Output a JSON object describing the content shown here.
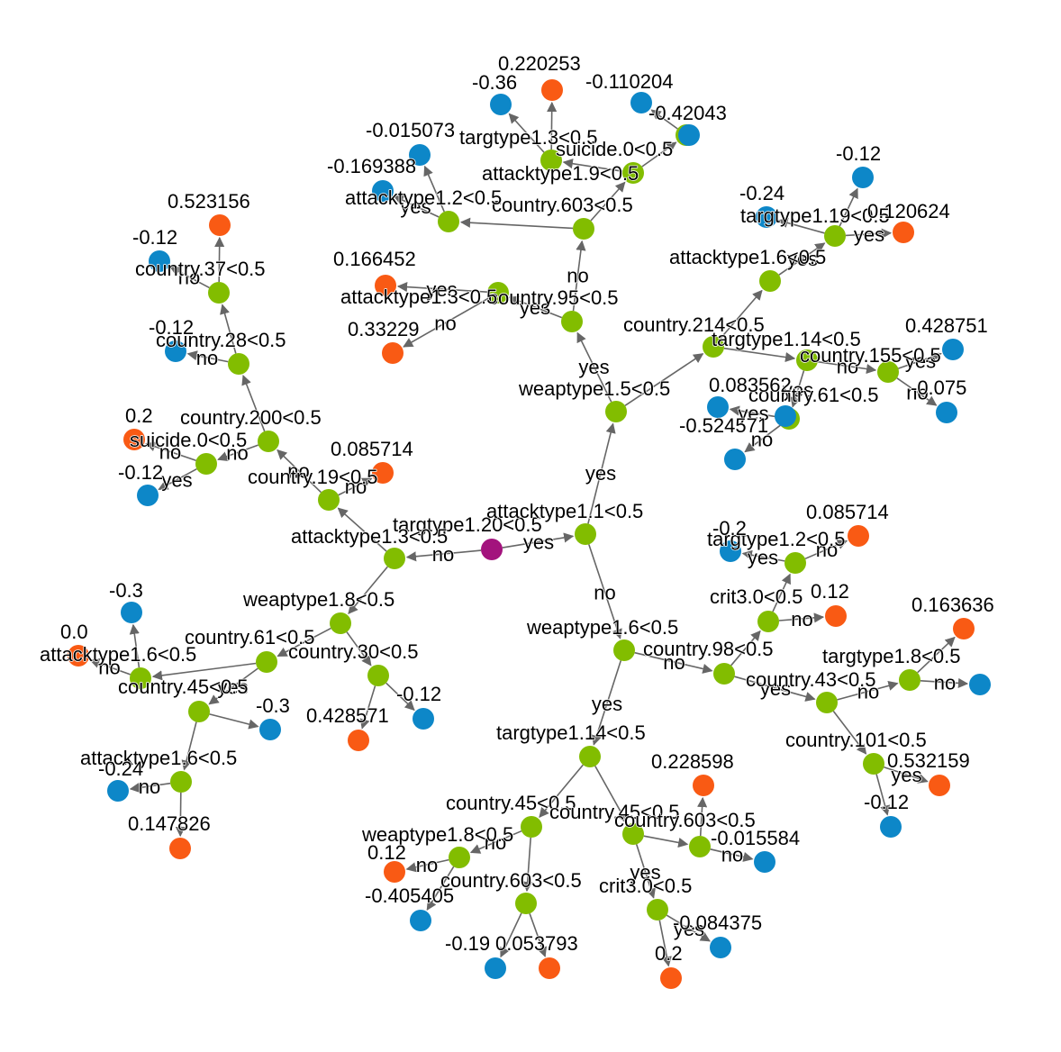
{
  "colors": {
    "root": "#a3137d",
    "split": "#82bd00",
    "leaf_negative": "#0d87c8",
    "leaf_positive": "#f95a14",
    "edge": "#666666"
  },
  "diagram": {
    "type": "tree",
    "nodes": [
      {
        "id": "root",
        "kind": "root",
        "label": "targtype1.20<0.5"
      },
      {
        "id": "n1",
        "kind": "split",
        "label": "attacktype1.1<0.5"
      },
      {
        "id": "n2",
        "kind": "split",
        "label": "attacktype1.3<0.5"
      },
      {
        "id": "n3",
        "kind": "split",
        "label": "weaptype1.5<0.5"
      },
      {
        "id": "n4",
        "kind": "split",
        "label": "weaptype1.6<0.5"
      },
      {
        "id": "n5",
        "kind": "split",
        "label": "country.95<0.5"
      },
      {
        "id": "n6",
        "kind": "split",
        "label": "country.214<0.5"
      },
      {
        "id": "n7",
        "kind": "split",
        "label": "country.603<0.5"
      },
      {
        "id": "n8",
        "kind": "split",
        "label": "attacktype1.3<0.5"
      },
      {
        "id": "n9",
        "kind": "split",
        "label": "attacktype1.2<0.5"
      },
      {
        "id": "n10",
        "kind": "split",
        "label": "attacktype1.9<0.5"
      },
      {
        "id": "n11",
        "kind": "split",
        "label": "targtype1.3<0.5"
      },
      {
        "id": "n12",
        "kind": "split",
        "label": "suicide.0<0.5"
      },
      {
        "id": "L1",
        "kind": "leaf",
        "label": "0.220253",
        "sign": "positive"
      },
      {
        "id": "L2",
        "kind": "leaf",
        "label": "-0.36",
        "sign": "negative"
      },
      {
        "id": "L3",
        "kind": "leaf",
        "label": "-0.110204",
        "sign": "negative"
      },
      {
        "id": "L4",
        "kind": "leaf",
        "label": "-0.42043",
        "sign": "negative"
      },
      {
        "id": "L5",
        "kind": "leaf",
        "label": "-0.015073",
        "sign": "negative"
      },
      {
        "id": "L6",
        "kind": "leaf",
        "label": "-0.169388",
        "sign": "negative"
      },
      {
        "id": "L7",
        "kind": "leaf",
        "label": "0.166452",
        "sign": "positive"
      },
      {
        "id": "L8",
        "kind": "leaf",
        "label": "0.33229",
        "sign": "positive"
      },
      {
        "id": "n13",
        "kind": "split",
        "label": "attacktype1.6<0.5"
      },
      {
        "id": "n14",
        "kind": "split",
        "label": "targtype1.19<0.5"
      },
      {
        "id": "L9",
        "kind": "leaf",
        "label": "-0.12",
        "sign": "negative"
      },
      {
        "id": "L10",
        "kind": "leaf",
        "label": "-0.24",
        "sign": "negative"
      },
      {
        "id": "L11",
        "kind": "leaf",
        "label": "0.120624",
        "sign": "positive"
      },
      {
        "id": "n15",
        "kind": "split",
        "label": "targtype1.14<0.5"
      },
      {
        "id": "n16",
        "kind": "split",
        "label": "country.61<0.5"
      },
      {
        "id": "n17",
        "kind": "split",
        "label": "country.155<0.5"
      },
      {
        "id": "L12",
        "kind": "leaf",
        "label": "0.428751",
        "sign": "negative"
      },
      {
        "id": "L13",
        "kind": "leaf",
        "label": "-0.075",
        "sign": "negative"
      },
      {
        "id": "L14",
        "kind": "leaf",
        "label": "0.083562",
        "sign": "negative"
      },
      {
        "id": "L15",
        "kind": "leaf",
        "label": "-0.524571",
        "sign": "negative"
      },
      {
        "id": "L16",
        "kind": "leaf",
        "label": "",
        "sign": "negative"
      },
      {
        "id": "n18",
        "kind": "split",
        "label": "weaptype1.8<0.5"
      },
      {
        "id": "n19",
        "kind": "split",
        "label": "country.19<0.5"
      },
      {
        "id": "n20",
        "kind": "split",
        "label": "country.200<0.5"
      },
      {
        "id": "n21",
        "kind": "split",
        "label": "suicide.0<0.5"
      },
      {
        "id": "n22",
        "kind": "split",
        "label": "country.28<0.5"
      },
      {
        "id": "n23",
        "kind": "split",
        "label": "country.37<0.5"
      },
      {
        "id": "L17",
        "kind": "leaf",
        "label": "0.523156",
        "sign": "positive"
      },
      {
        "id": "L18",
        "kind": "leaf",
        "label": "-0.12",
        "sign": "negative"
      },
      {
        "id": "L19",
        "kind": "leaf",
        "label": "-0.12",
        "sign": "negative"
      },
      {
        "id": "L20",
        "kind": "leaf",
        "label": "0.2",
        "sign": "positive"
      },
      {
        "id": "L21",
        "kind": "leaf",
        "label": "-0.12",
        "sign": "negative"
      },
      {
        "id": "L22",
        "kind": "leaf",
        "label": "0.085714",
        "sign": "positive"
      },
      {
        "id": "n24",
        "kind": "split",
        "label": "country.61<0.5"
      },
      {
        "id": "n25",
        "kind": "split",
        "label": "country.30<0.5"
      },
      {
        "id": "n26",
        "kind": "split",
        "label": "country.45<0.5"
      },
      {
        "id": "n27",
        "kind": "split",
        "label": "attacktype1.6<0.5"
      },
      {
        "id": "n28",
        "kind": "split",
        "label": "attacktype1.6<0.5"
      },
      {
        "id": "L23",
        "kind": "leaf",
        "label": "-0.3",
        "sign": "negative"
      },
      {
        "id": "L24",
        "kind": "leaf",
        "label": "0.0",
        "sign": "positive"
      },
      {
        "id": "L25",
        "kind": "leaf",
        "label": "-0.3",
        "sign": "negative"
      },
      {
        "id": "L26",
        "kind": "leaf",
        "label": "-0.24",
        "sign": "negative"
      },
      {
        "id": "L27",
        "kind": "leaf",
        "label": "0.147826",
        "sign": "positive"
      },
      {
        "id": "L28",
        "kind": "leaf",
        "label": "0.428571",
        "sign": "positive"
      },
      {
        "id": "L29",
        "kind": "leaf",
        "label": "-0.12",
        "sign": "negative"
      },
      {
        "id": "n29",
        "kind": "split",
        "label": "targtype1.14<0.5"
      },
      {
        "id": "n30",
        "kind": "split",
        "label": "country.98<0.5"
      },
      {
        "id": "n31",
        "kind": "split",
        "label": "crit3.0<0.5"
      },
      {
        "id": "n32",
        "kind": "split",
        "label": "targtype1.2<0.5"
      },
      {
        "id": "L30",
        "kind": "leaf",
        "label": "-0.2",
        "sign": "negative"
      },
      {
        "id": "L31",
        "kind": "leaf",
        "label": "0.085714",
        "sign": "positive"
      },
      {
        "id": "L32",
        "kind": "leaf",
        "label": "0.12",
        "sign": "positive"
      },
      {
        "id": "n33",
        "kind": "split",
        "label": "country.43<0.5"
      },
      {
        "id": "n34",
        "kind": "split",
        "label": "targtype1.8<0.5"
      },
      {
        "id": "L33",
        "kind": "leaf",
        "label": "0.163636",
        "sign": "positive"
      },
      {
        "id": "L34",
        "kind": "leaf",
        "label": "",
        "sign": "negative"
      },
      {
        "id": "n35",
        "kind": "split",
        "label": "country.101<0.5"
      },
      {
        "id": "L35",
        "kind": "leaf",
        "label": "0.532159",
        "sign": "positive"
      },
      {
        "id": "L36",
        "kind": "leaf",
        "label": "-0.12",
        "sign": "negative"
      },
      {
        "id": "n36",
        "kind": "split",
        "label": "country.45<0.5"
      },
      {
        "id": "n37",
        "kind": "split",
        "label": "country.45<0.5"
      },
      {
        "id": "n38",
        "kind": "split",
        "label": "weaptype1.8<0.5"
      },
      {
        "id": "n39",
        "kind": "split",
        "label": "country.603<0.5"
      },
      {
        "id": "L37",
        "kind": "leaf",
        "label": "0.12",
        "sign": "positive"
      },
      {
        "id": "L38",
        "kind": "leaf",
        "label": "-0.405405",
        "sign": "negative"
      },
      {
        "id": "L39",
        "kind": "leaf",
        "label": "-0.19",
        "sign": "negative"
      },
      {
        "id": "L40",
        "kind": "leaf",
        "label": "0.053793",
        "sign": "positive"
      },
      {
        "id": "n40",
        "kind": "split",
        "label": "crit3.0<0.5"
      },
      {
        "id": "n41",
        "kind": "split",
        "label": "country.603<0.5"
      },
      {
        "id": "L41",
        "kind": "leaf",
        "label": "0.228598",
        "sign": "positive"
      },
      {
        "id": "L42",
        "kind": "leaf",
        "label": "-0.015584",
        "sign": "negative"
      },
      {
        "id": "L43",
        "kind": "leaf",
        "label": "-0.084375",
        "sign": "negative"
      },
      {
        "id": "L44",
        "kind": "leaf",
        "label": "0.2",
        "sign": "positive"
      }
    ],
    "edges": [
      {
        "from": "root",
        "to": "n1",
        "label": "yes"
      },
      {
        "from": "root",
        "to": "n2",
        "label": "no"
      },
      {
        "from": "n1",
        "to": "n3",
        "label": "yes"
      },
      {
        "from": "n1",
        "to": "n4",
        "label": "no"
      },
      {
        "from": "n3",
        "to": "n5",
        "label": "yes"
      },
      {
        "from": "n3",
        "to": "n6",
        "label": ""
      },
      {
        "from": "n5",
        "to": "n7",
        "label": "no"
      },
      {
        "from": "n5",
        "to": "n8",
        "label": "yes"
      },
      {
        "from": "n7",
        "to": "n9",
        "label": ""
      },
      {
        "from": "n7",
        "to": "n10",
        "label": ""
      },
      {
        "from": "n10",
        "to": "n11",
        "label": ""
      },
      {
        "from": "n10",
        "to": "n12",
        "label": ""
      },
      {
        "from": "n11",
        "to": "L1",
        "label": ""
      },
      {
        "from": "n11",
        "to": "L2",
        "label": ""
      },
      {
        "from": "n12",
        "to": "L3",
        "label": ""
      },
      {
        "from": "n12",
        "to": "L4",
        "label": "no"
      },
      {
        "from": "n9",
        "to": "L5",
        "label": ""
      },
      {
        "from": "n9",
        "to": "L6",
        "label": "yes"
      },
      {
        "from": "n8",
        "to": "L7",
        "label": "yes"
      },
      {
        "from": "n8",
        "to": "L8",
        "label": "no"
      },
      {
        "from": "n6",
        "to": "n13",
        "label": ""
      },
      {
        "from": "n13",
        "to": "n14",
        "label": "yes"
      },
      {
        "from": "n14",
        "to": "L9",
        "label": ""
      },
      {
        "from": "n14",
        "to": "L10",
        "label": ""
      },
      {
        "from": "n14",
        "to": "L11",
        "label": "yes"
      },
      {
        "from": "n6",
        "to": "n15",
        "label": ""
      },
      {
        "from": "n15",
        "to": "n16",
        "label": "yes"
      },
      {
        "from": "n15",
        "to": "n17",
        "label": "no"
      },
      {
        "from": "n17",
        "to": "L12",
        "label": "yes"
      },
      {
        "from": "n17",
        "to": "L13",
        "label": "no"
      },
      {
        "from": "n16",
        "to": "L14",
        "label": "yes"
      },
      {
        "from": "n16",
        "to": "L15",
        "label": ""
      },
      {
        "from": "n16",
        "to": "L16",
        "label": "no"
      },
      {
        "from": "n2",
        "to": "n18",
        "label": ""
      },
      {
        "from": "n2",
        "to": "n19",
        "label": ""
      },
      {
        "from": "n19",
        "to": "n20",
        "label": "no"
      },
      {
        "from": "n19",
        "to": "L22",
        "label": "no"
      },
      {
        "from": "n20",
        "to": "n21",
        "label": "no"
      },
      {
        "from": "n20",
        "to": "n22",
        "label": ""
      },
      {
        "from": "n22",
        "to": "n23",
        "label": ""
      },
      {
        "from": "n23",
        "to": "L17",
        "label": ""
      },
      {
        "from": "n23",
        "to": "L18",
        "label": "no"
      },
      {
        "from": "n22",
        "to": "L19",
        "label": "no"
      },
      {
        "from": "n21",
        "to": "L20",
        "label": "no"
      },
      {
        "from": "n21",
        "to": "L21",
        "label": "yes"
      },
      {
        "from": "n18",
        "to": "n24",
        "label": ""
      },
      {
        "from": "n18",
        "to": "n25",
        "label": ""
      },
      {
        "from": "n24",
        "to": "n26",
        "label": "yes"
      },
      {
        "from": "n24",
        "to": "n28",
        "label": ""
      },
      {
        "from": "n26",
        "to": "n27",
        "label": ""
      },
      {
        "from": "n26",
        "to": "L25",
        "label": ""
      },
      {
        "from": "n28",
        "to": "L23",
        "label": ""
      },
      {
        "from": "n28",
        "to": "L24",
        "label": "no"
      },
      {
        "from": "n27",
        "to": "L26",
        "label": "no"
      },
      {
        "from": "n27",
        "to": "L27",
        "label": ""
      },
      {
        "from": "n25",
        "to": "L28",
        "label": ""
      },
      {
        "from": "n25",
        "to": "L29",
        "label": ""
      },
      {
        "from": "n4",
        "to": "n29",
        "label": "yes"
      },
      {
        "from": "n4",
        "to": "n30",
        "label": "no"
      },
      {
        "from": "n30",
        "to": "n31",
        "label": ""
      },
      {
        "from": "n31",
        "to": "n32",
        "label": ""
      },
      {
        "from": "n32",
        "to": "L30",
        "label": "yes"
      },
      {
        "from": "n32",
        "to": "L31",
        "label": "no"
      },
      {
        "from": "n31",
        "to": "L32",
        "label": "no"
      },
      {
        "from": "n30",
        "to": "n33",
        "label": "yes"
      },
      {
        "from": "n33",
        "to": "n34",
        "label": "no"
      },
      {
        "from": "n34",
        "to": "L33",
        "label": ""
      },
      {
        "from": "n34",
        "to": "L34",
        "label": "no"
      },
      {
        "from": "n33",
        "to": "n35",
        "label": ""
      },
      {
        "from": "n35",
        "to": "L35",
        "label": "yes"
      },
      {
        "from": "n35",
        "to": "L36",
        "label": ""
      },
      {
        "from": "n29",
        "to": "n36",
        "label": ""
      },
      {
        "from": "n29",
        "to": "n37",
        "label": ""
      },
      {
        "from": "n36",
        "to": "n38",
        "label": "no"
      },
      {
        "from": "n36",
        "to": "n39",
        "label": ""
      },
      {
        "from": "n38",
        "to": "L37",
        "label": "no"
      },
      {
        "from": "n38",
        "to": "L38",
        "label": ""
      },
      {
        "from": "n39",
        "to": "L39",
        "label": ""
      },
      {
        "from": "n39",
        "to": "L40",
        "label": ""
      },
      {
        "from": "n37",
        "to": "n40",
        "label": "yes"
      },
      {
        "from": "n37",
        "to": "n41",
        "label": ""
      },
      {
        "from": "n41",
        "to": "L41",
        "label": ""
      },
      {
        "from": "n41",
        "to": "L42",
        "label": "no"
      },
      {
        "from": "n40",
        "to": "L43",
        "label": "yes"
      },
      {
        "from": "n40",
        "to": "L44",
        "label": ""
      }
    ]
  }
}
